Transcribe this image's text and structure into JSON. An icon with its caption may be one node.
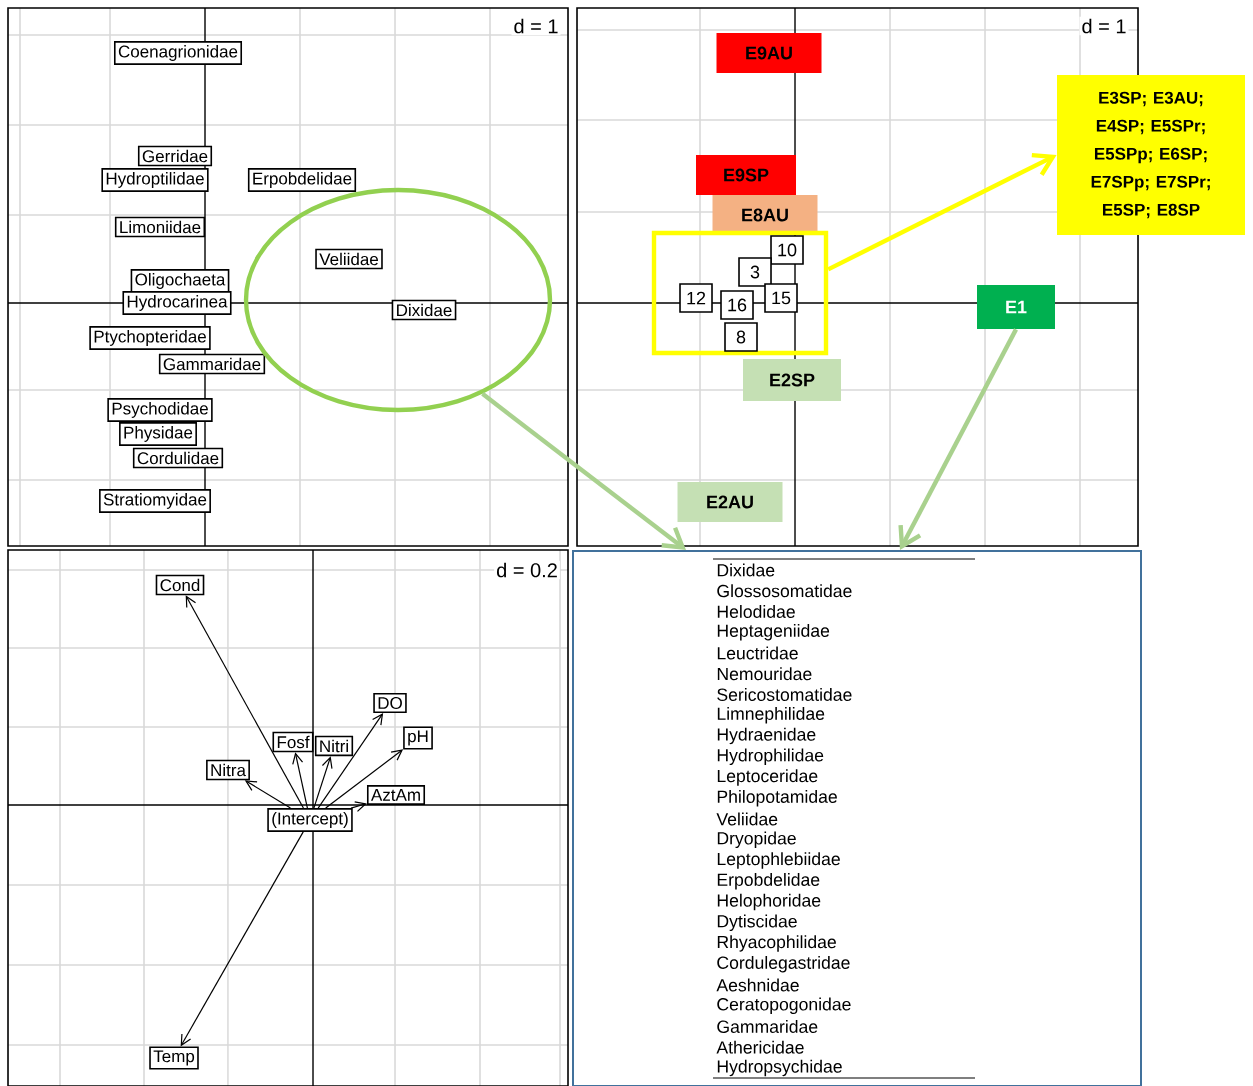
{
  "diagram": {
    "nodes": [
      {
        "text": [
          "Coenagrionidae"
        ]
      },
      {
        "text": [
          "Gerridae"
        ]
      },
      {
        "text": [
          "Hydroptilidae"
        ]
      },
      {
        "text": [
          "Erpobdelidae"
        ]
      },
      {
        "text": [
          "Limoniidae"
        ]
      },
      {
        "text": [
          "Veliidae"
        ],
        "in": 15
      },
      {
        "text": [
          "Oligochaeta"
        ]
      },
      {
        "text": [
          "Hydrocarinea"
        ]
      },
      {
        "text": [
          "Dixidae"
        ],
        "in": 15
      },
      {
        "text": [
          "Ptychopteridae"
        ]
      },
      {
        "text": [
          "Gammaridae"
        ]
      },
      {
        "text": [
          "Psychodidae"
        ]
      },
      {
        "text": [
          "Physidae"
        ]
      },
      {
        "text": [
          "Cordulidae"
        ]
      },
      {
        "text": [
          "Stratiomyidae"
        ]
      },
      {
        "text": [],
        "shape": "ellipse"
      },
      {
        "text": [
          "E9AU"
        ]
      },
      {
        "text": [
          "E9SP"
        ]
      },
      {
        "text": [
          "E8AU"
        ]
      },
      {
        "text": [],
        "shape": "box"
      },
      {
        "text": [
          "10"
        ],
        "in": 19
      },
      {
        "text": [
          "3"
        ],
        "in": 19
      },
      {
        "text": [
          "12"
        ],
        "in": 19
      },
      {
        "text": [
          "16"
        ],
        "in": 19
      },
      {
        "text": [
          "15"
        ],
        "in": 19
      },
      {
        "text": [
          "8"
        ],
        "in": 19
      },
      {
        "text": [
          "E2SP"
        ]
      },
      {
        "text": [
          "E2AU"
        ]
      },
      {
        "text": [
          "E1"
        ]
      },
      {
        "text": [
          "E3SP; E3AU; E4SP; E5SPr; E5SPp; E6SP; E7SPp; E7SPr; E5SP; E8SP"
        ]
      },
      {
        "text": [
          "Cond"
        ]
      },
      {
        "text": [
          "Nitra"
        ]
      },
      {
        "text": [
          "Fosf"
        ]
      },
      {
        "text": [
          "Nitri"
        ]
      },
      {
        "text": [
          "DO"
        ]
      },
      {
        "text": [
          "pH"
        ]
      },
      {
        "text": [
          "AztAm"
        ]
      },
      {
        "text": [
          "(Intercept)"
        ]
      },
      {
        "text": [
          "Temp"
        ]
      },
      {
        "text": [
          "Dixidae",
          "Glossosomatidae",
          "Helodidae",
          "Heptageniidae",
          "Leuctridae",
          "Nemouridae",
          "Sericostomatidae",
          "Limnephilidae",
          "Hydraenidae",
          "Hydrophilidae",
          "Leptoceridae",
          "Philopotamidae",
          "Veliidae",
          "Dryopidae",
          "Leptophlebiidae",
          "Erpobdelidae",
          "Helophoridae",
          "Dytiscidae",
          "Rhyacophilidae",
          "Cordulegastridae",
          "Aeshnidae",
          "Ceratopogonidae",
          "Gammaridae",
          "Athericidae",
          "Hydropsychidae"
        ]
      }
    ],
    "edges": [
      {
        "from": 37,
        "to": 30,
        "arrow": "to"
      },
      {
        "from": 37,
        "to": 31,
        "arrow": "to"
      },
      {
        "from": 37,
        "to": 32,
        "arrow": "to"
      },
      {
        "from": 37,
        "to": 33,
        "arrow": "to"
      },
      {
        "from": 37,
        "to": 34,
        "arrow": "to"
      },
      {
        "from": 37,
        "to": 35,
        "arrow": "to"
      },
      {
        "from": 37,
        "to": 36,
        "arrow": "to"
      },
      {
        "from": 37,
        "to": 38,
        "arrow": "to"
      },
      {
        "from": 15,
        "to": 39,
        "arrow": "to",
        "style": "thick",
        "color": "#a9d18e"
      },
      {
        "from": 28,
        "to": 39,
        "arrow": "to",
        "style": "thick",
        "color": "#a9d18e"
      },
      {
        "from": 19,
        "to": 29,
        "arrow": "to",
        "style": "thick",
        "color": "#ffff00"
      }
    ],
    "labels": [
      "d = 1",
      "d = 1",
      "d = 0.2"
    ]
  }
}
